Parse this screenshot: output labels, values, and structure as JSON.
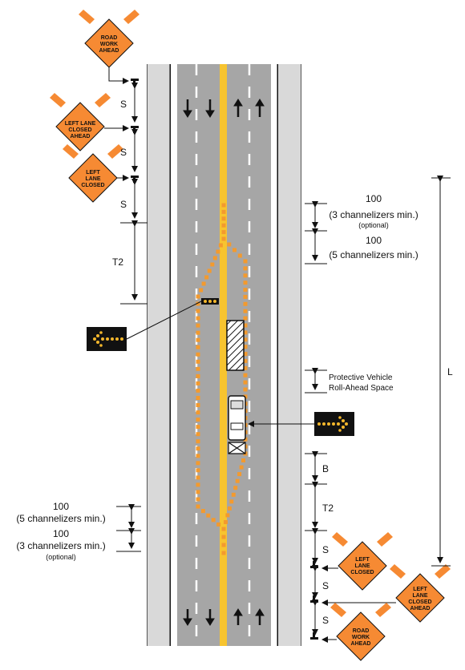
{
  "signs": {
    "road_work_ahead": [
      "ROAD",
      "WORK",
      "AHEAD"
    ],
    "left_lane_closed_ahead": [
      "LEFT LANE",
      "CLOSED",
      "AHEAD"
    ],
    "left_lane_closed": [
      "LEFT",
      "LANE",
      "CLOSED"
    ],
    "left_lane_closed_ahead_r": [
      "LEFT",
      "LANE",
      "CLOSED",
      "AHEAD"
    ]
  },
  "labels": {
    "s": "S",
    "t2": "T2",
    "b": "B",
    "l": "L",
    "dist_100": "100",
    "five_channelizers": "(5 channelizers min.)",
    "three_channelizers": "(3 channelizers min.)",
    "optional": "(optional)",
    "protective_vehicle_1": "Protective Vehicle",
    "protective_vehicle_2": "Roll-Ahead Space"
  },
  "colors": {
    "sign_orange": "#f68a33",
    "channelizer_orange": "#f39a2e",
    "center_line": "#f7c42f",
    "roadway": "#a6a6a6",
    "shoulder": "#d9d9d9",
    "arrow_board_bg": "#111111",
    "arrow_board_lamp": "#f3b72c"
  }
}
